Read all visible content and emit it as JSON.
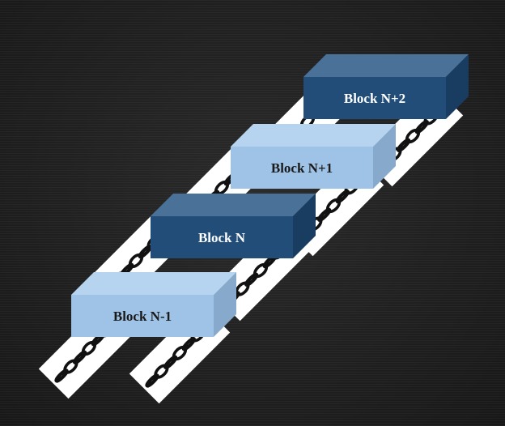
{
  "diagram": {
    "blocks": [
      {
        "label": "Block N-1",
        "style": "light"
      },
      {
        "label": "Block N",
        "style": "dark"
      },
      {
        "label": "Block N+1",
        "style": "light"
      },
      {
        "label": "Block N+2",
        "style": "dark"
      }
    ],
    "palette": {
      "light": {
        "front": "#9fc3e7",
        "top": "#b6d3ef",
        "side": "#86a9cc",
        "text": "#1a1a1a"
      },
      "dark": {
        "front": "#214d78",
        "top": "#4a7299",
        "side": "#183d61",
        "text": "#ffffff"
      },
      "strip": "#ffffff",
      "chain": "#111111",
      "background": "#1e1e1e"
    }
  }
}
